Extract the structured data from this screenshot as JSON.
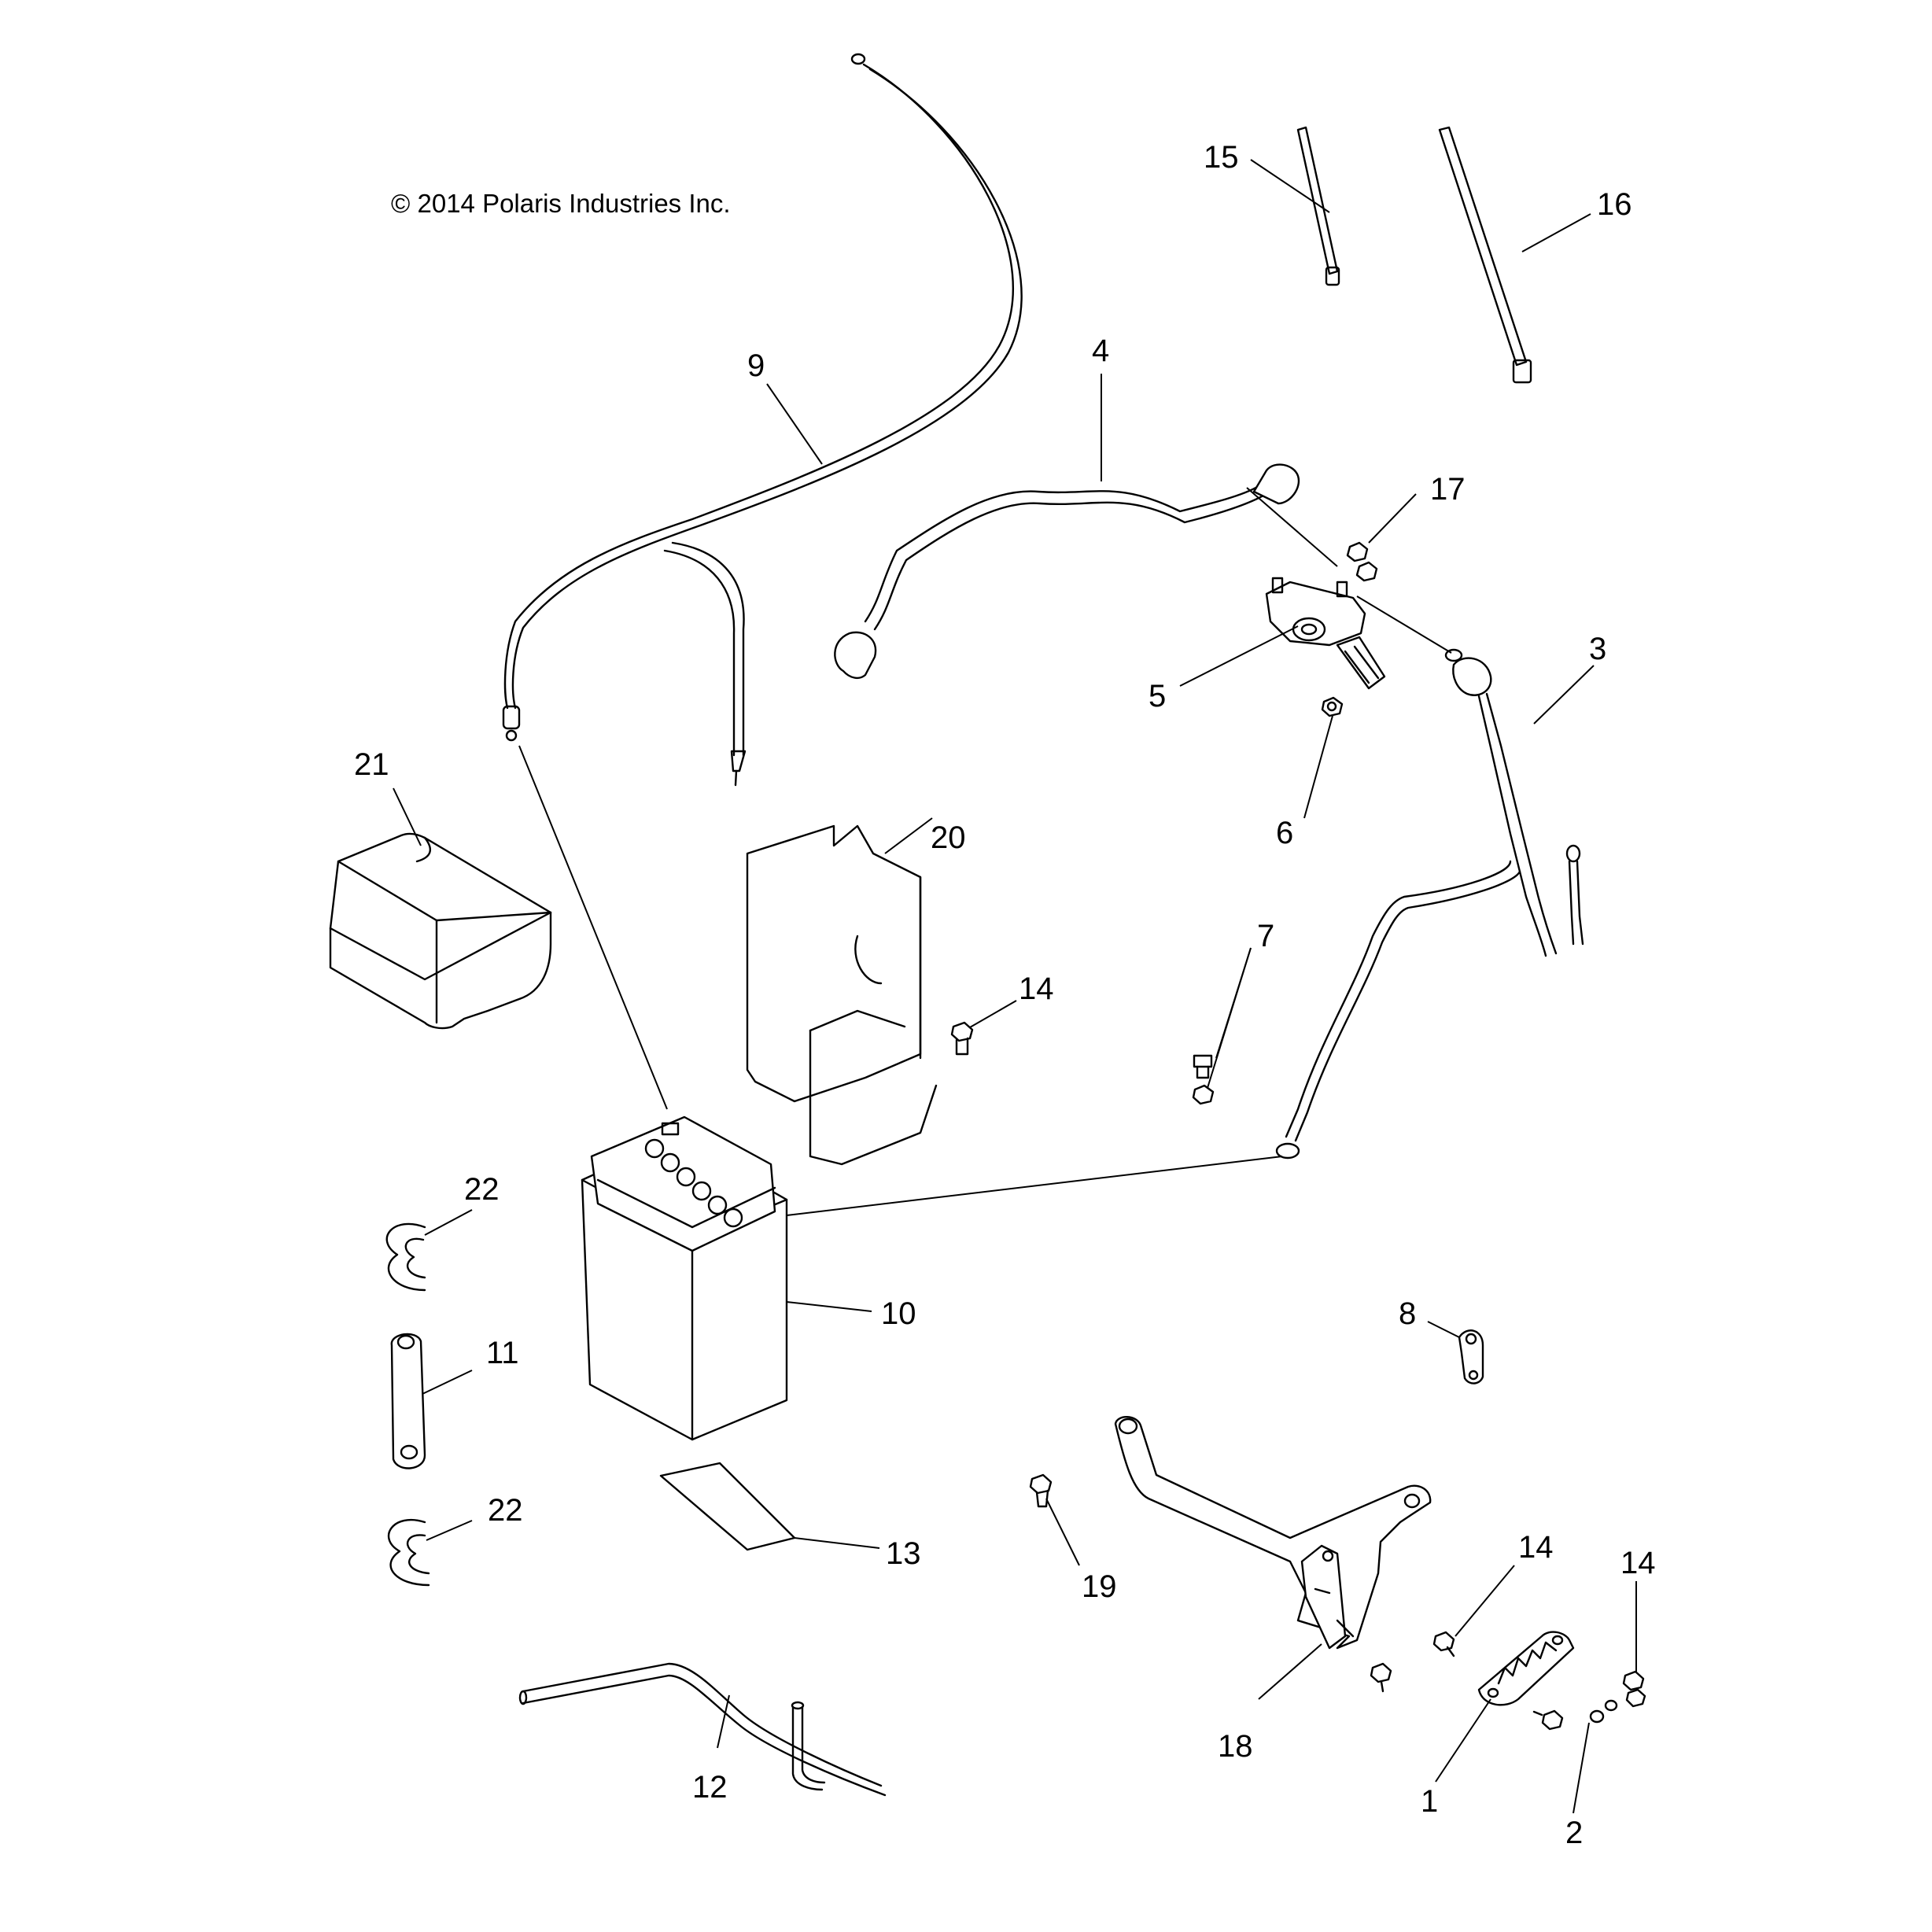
{
  "copyright": "© 2014 Polaris Industries Inc.",
  "callouts": {
    "c1": "1",
    "c2": "2",
    "c3": "3",
    "c4": "4",
    "c5": "5",
    "c6": "6",
    "c7": "7",
    "c8": "8",
    "c9": "9",
    "c10": "10",
    "c11": "11",
    "c12": "12",
    "c13": "13",
    "c14a": "14",
    "c14b": "14",
    "c14c": "14",
    "c15": "15",
    "c16": "16",
    "c17": "17",
    "c18": "18",
    "c19": "19",
    "c20": "20",
    "c21": "21",
    "c22a": "22",
    "c22b": "22"
  }
}
